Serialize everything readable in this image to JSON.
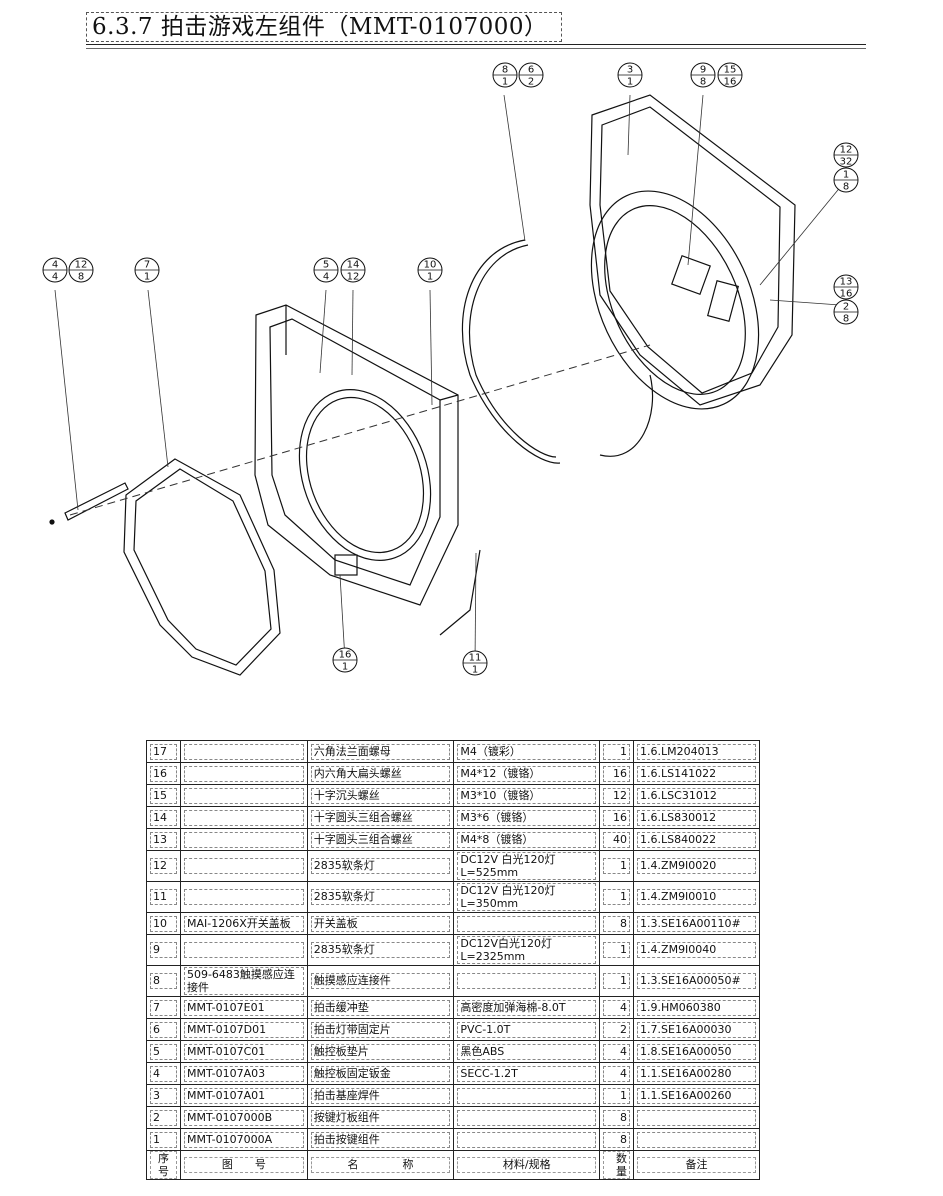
{
  "title": "6.3.7 拍击游戏左组件（MMT-0107000）",
  "callouts": [
    {
      "top": "8",
      "bottom": "1"
    },
    {
      "top": "6",
      "bottom": "2"
    },
    {
      "top": "3",
      "bottom": "1"
    },
    {
      "top": "9",
      "bottom": "8"
    },
    {
      "top": "15",
      "bottom": "16"
    },
    {
      "top": "12",
      "bottom": "32"
    },
    {
      "top": "1",
      "bottom": "8"
    },
    {
      "top": "4",
      "bottom": "4"
    },
    {
      "top": "12",
      "bottom": "8"
    },
    {
      "top": "7",
      "bottom": "1"
    },
    {
      "top": "5",
      "bottom": "4"
    },
    {
      "top": "14",
      "bottom": "12"
    },
    {
      "top": "10",
      "bottom": "1"
    },
    {
      "top": "13",
      "bottom": "16"
    },
    {
      "top": "2",
      "bottom": "8"
    },
    {
      "top": "16",
      "bottom": "1"
    },
    {
      "top": "11",
      "bottom": "1"
    }
  ],
  "table": {
    "header": {
      "no": "序号",
      "drawing": "图　　号",
      "name": "名　　　　称",
      "material": "材料/规格",
      "qty": "数量",
      "remark": "备注"
    },
    "rows": [
      {
        "no": "17",
        "drawing": "",
        "name": "六角法兰面螺母",
        "material": "M4（镀彩）",
        "qty": "1",
        "remark": "1.6.LM204013"
      },
      {
        "no": "16",
        "drawing": "",
        "name": "内六角大扁头螺丝",
        "material": "M4*12（镀铬）",
        "qty": "16",
        "remark": "1.6.LS141022"
      },
      {
        "no": "15",
        "drawing": "",
        "name": "十字沉头螺丝",
        "material": "M3*10（镀铬）",
        "qty": "12",
        "remark": "1.6.LSC31012"
      },
      {
        "no": "14",
        "drawing": "",
        "name": "十字圆头三组合螺丝",
        "material": "M3*6（镀铬）",
        "qty": "16",
        "remark": "1.6.LS830012"
      },
      {
        "no": "13",
        "drawing": "",
        "name": "十字圆头三组合螺丝",
        "material": "M4*8（镀铬）",
        "qty": "40",
        "remark": "1.6.LS840022"
      },
      {
        "no": "12",
        "drawing": "",
        "name": "2835软条灯",
        "material": "DC12V 白光120灯\nL=525mm",
        "qty": "1",
        "remark": "1.4.ZM9I0020"
      },
      {
        "no": "11",
        "drawing": "",
        "name": "2835软条灯",
        "material": "DC12V 白光120灯\nL=350mm",
        "qty": "1",
        "remark": "1.4.ZM9I0010"
      },
      {
        "no": "10",
        "drawing": "MAI-1206X开关盖板",
        "name": "开关盖板",
        "material": "",
        "qty": "8",
        "remark": "1.3.SE16A00110#"
      },
      {
        "no": "9",
        "drawing": "",
        "name": "2835软条灯",
        "material": "DC12V白光120灯\nL=2325mm",
        "qty": "1",
        "remark": "1.4.ZM9I0040"
      },
      {
        "no": "8",
        "drawing": "509-6483触摸感应连\n接件",
        "name": "触摸感应连接件",
        "material": "",
        "qty": "1",
        "remark": "1.3.SE16A00050#"
      },
      {
        "no": "7",
        "drawing": "MMT-0107E01",
        "name": "拍击缓冲垫",
        "material": "高密度加弹海棉-8.0T",
        "qty": "4",
        "remark": "1.9.HM060380"
      },
      {
        "no": "6",
        "drawing": "MMT-0107D01",
        "name": "拍击灯带固定片",
        "material": "PVC-1.0T",
        "qty": "2",
        "remark": "1.7.SE16A00030"
      },
      {
        "no": "5",
        "drawing": "MMT-0107C01",
        "name": "触控板垫片",
        "material": "黑色ABS",
        "qty": "4",
        "remark": "1.8.SE16A00050"
      },
      {
        "no": "4",
        "drawing": "MMT-0107A03",
        "name": "触控板固定钣金",
        "material": "SECC-1.2T",
        "qty": "4",
        "remark": "1.1.SE16A00280"
      },
      {
        "no": "3",
        "drawing": "MMT-0107A01",
        "name": "拍击基座焊件",
        "material": "",
        "qty": "1",
        "remark": "1.1.SE16A00260"
      },
      {
        "no": "2",
        "drawing": "MMT-0107000B",
        "name": "按键灯板组件",
        "material": "",
        "qty": "8",
        "remark": ""
      },
      {
        "no": "1",
        "drawing": "MMT-0107000A",
        "name": "拍击按键组件",
        "material": "",
        "qty": "8",
        "remark": ""
      }
    ]
  }
}
